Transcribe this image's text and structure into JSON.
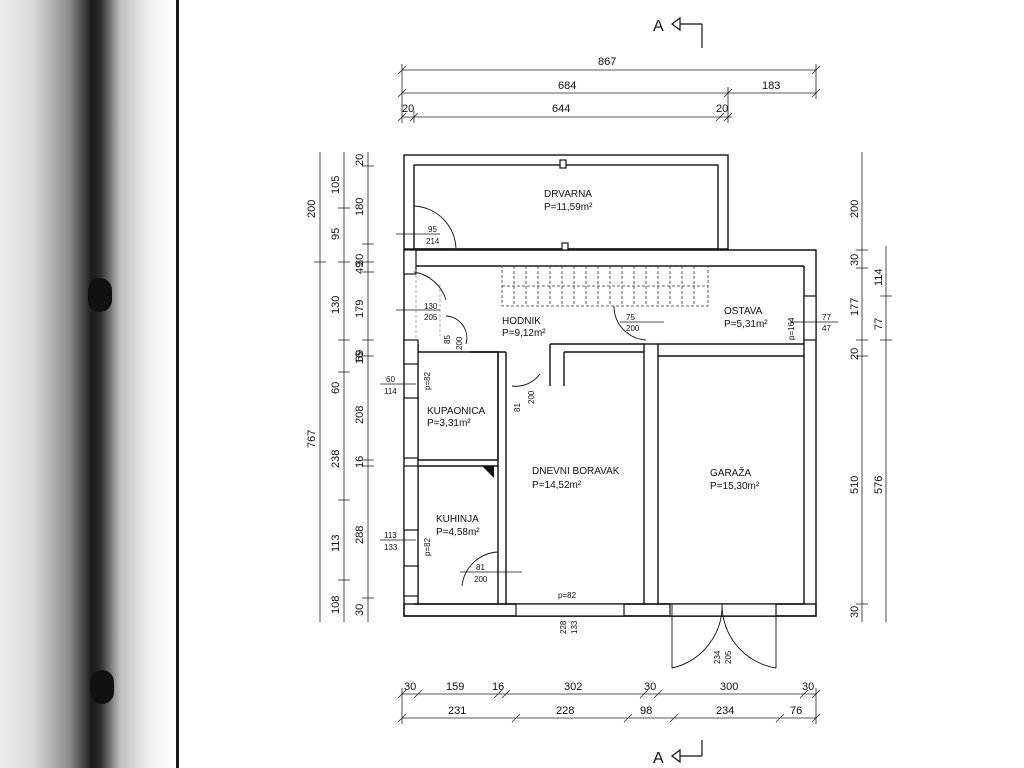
{
  "section_marker": "A",
  "dims_top": {
    "overall": "867",
    "left": "684",
    "right": "183",
    "wall_left": "20",
    "inner": "644",
    "wall_right": "20"
  },
  "dims_left_outer": {
    "a": "200",
    "b": "767"
  },
  "dims_left_mid": {
    "a": "105",
    "b": "95",
    "c": "130",
    "d": "60",
    "e": "238",
    "f": "113",
    "g": "108"
  },
  "dims_left_inner": {
    "a": "20",
    "b": "180",
    "c": "30",
    "d": "49",
    "e": "179",
    "f": "69",
    "g": "16",
    "h": "208",
    "i": "16",
    "j": "288",
    "k": "30"
  },
  "dims_right_inner": {
    "a": "200",
    "b": "30",
    "c": "177",
    "d": "20",
    "e": "510",
    "f": "30"
  },
  "dims_right_outer": {
    "a": "114",
    "b": "77",
    "c": "576"
  },
  "dims_bottom": {
    "row1": [
      "30",
      "159",
      "16",
      "302",
      "30",
      "300",
      "30"
    ],
    "row2": [
      "231",
      "228",
      "98",
      "234",
      "76"
    ]
  },
  "rooms": {
    "drvarna": {
      "name": "DRVARNA",
      "area": "P=11,59m²"
    },
    "hodnik": {
      "name": "HODNIK",
      "area": "P=9,12m²"
    },
    "ostava": {
      "name": "OSTAVA",
      "area": "P=5,31m²"
    },
    "kupaonica": {
      "name": "KUPAONICA",
      "area": "P=3,31m²"
    },
    "kuhinja": {
      "name": "KUHINJA",
      "area": "P=4,58m²"
    },
    "dnevni": {
      "name": "DNEVNI BORAVAK",
      "area": "P=14,52m²"
    },
    "garaza": {
      "name": "GARAŽA",
      "area": "P=15,30m²"
    }
  },
  "openings": {
    "drvarna_door": {
      "w": "95",
      "h": "214"
    },
    "hodnik_door": {
      "w": "130",
      "h": "205"
    },
    "hodnik_small": {
      "a": "85",
      "b": "200"
    },
    "stair_door": {
      "w": "75",
      "h": "200"
    },
    "ostava_win": {
      "p": "p=164",
      "w": "77",
      "h": "47"
    },
    "kup_win": {
      "w": "60",
      "h": "114",
      "p": "p=82"
    },
    "kup_door": {
      "w": "81",
      "h": "200"
    },
    "kuh_win": {
      "w": "113",
      "h": "133",
      "p": "p=82"
    },
    "kuh_door": {
      "w": "81",
      "h": "200"
    },
    "dnevni_win": {
      "p": "p=82",
      "w": "228",
      "h": "133"
    },
    "garaza_door": {
      "w": "234",
      "h": "205"
    }
  },
  "colors": {
    "line": "#111111",
    "dim_line": "#222222",
    "binder_dark": "#1a1a1a"
  }
}
